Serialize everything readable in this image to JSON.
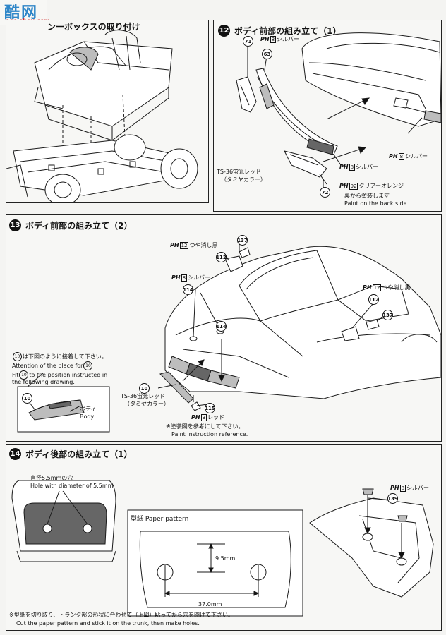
{
  "watermark": {
    "main": "酷网",
    "sub": "ooo.shou.com"
  },
  "step11": {
    "title": "ンーボックスの取り付け"
  },
  "step12": {
    "number": "12",
    "title": "ボディ前部の組み立て（1）",
    "parts": {
      "p71": "71",
      "p63": "63",
      "p72": "72"
    },
    "labels": {
      "silver_top": "シルバー",
      "silver_right": "シルバー",
      "silver_mid": "シルバー",
      "paint_ts36": "TS-36蛍光レッド",
      "paint_ts36_sub": "（タミヤカラー）",
      "clear_orange": "クリアーオレンジ",
      "back_ja": "裏から塗装します",
      "back_en": "Paint on the back side."
    },
    "codes": {
      "ph": "PH",
      "c8": "8",
      "c92": "92"
    }
  },
  "step13": {
    "number": "13",
    "title": "ボディ前部の組み立て（2）",
    "parts": {
      "p137a": "137",
      "p112a": "112",
      "p114a": "114",
      "p114b": "114",
      "p112b": "112",
      "p137b": "137",
      "p10": "10",
      "p115": "115"
    },
    "labels": {
      "matte_black_1": "つや消し黒",
      "silver": "シルバー",
      "matte_black_2": "つや消し黒",
      "note1_ja": "は下図のように接着して下さい。",
      "note1_en_a": "Attention of the place for",
      "note1_en_b": "Fit",
      "note1_en_c": "to the position instructed in",
      "note1_en_d": "the following drawing.",
      "body_ja": "ボディ",
      "body_en": "Body",
      "paint_ts36": "TS-36蛍光レッド",
      "paint_ts36_sub": "（タミヤカラー）",
      "red": "レッド",
      "ref_ja": "※塗装図を参考にして下さい。",
      "ref_en": "Paint instruction reference."
    },
    "codes": {
      "ph": "PH",
      "c12": "12",
      "c8": "8",
      "c3": "3"
    }
  },
  "step14": {
    "number": "14",
    "title": "ボディ後部の組み立て（1）",
    "hole_ja": "直径5.5mmの穴",
    "hole_en": "Hole with diameter of 5.5mm",
    "pattern_title": "型紙 Paper pattern",
    "dim_v": "9.5mm",
    "dim_h": "37.0mm",
    "silver": "シルバー",
    "part139": "139",
    "ph": "PH",
    "c8": "8",
    "footer_ja": "※型紙を切り取り、トランク部の形状に合わせて（上図）貼ってから穴を開けて下さい。",
    "footer_en": "Cut the paper pattern and stick it on the trunk, then make holes."
  }
}
